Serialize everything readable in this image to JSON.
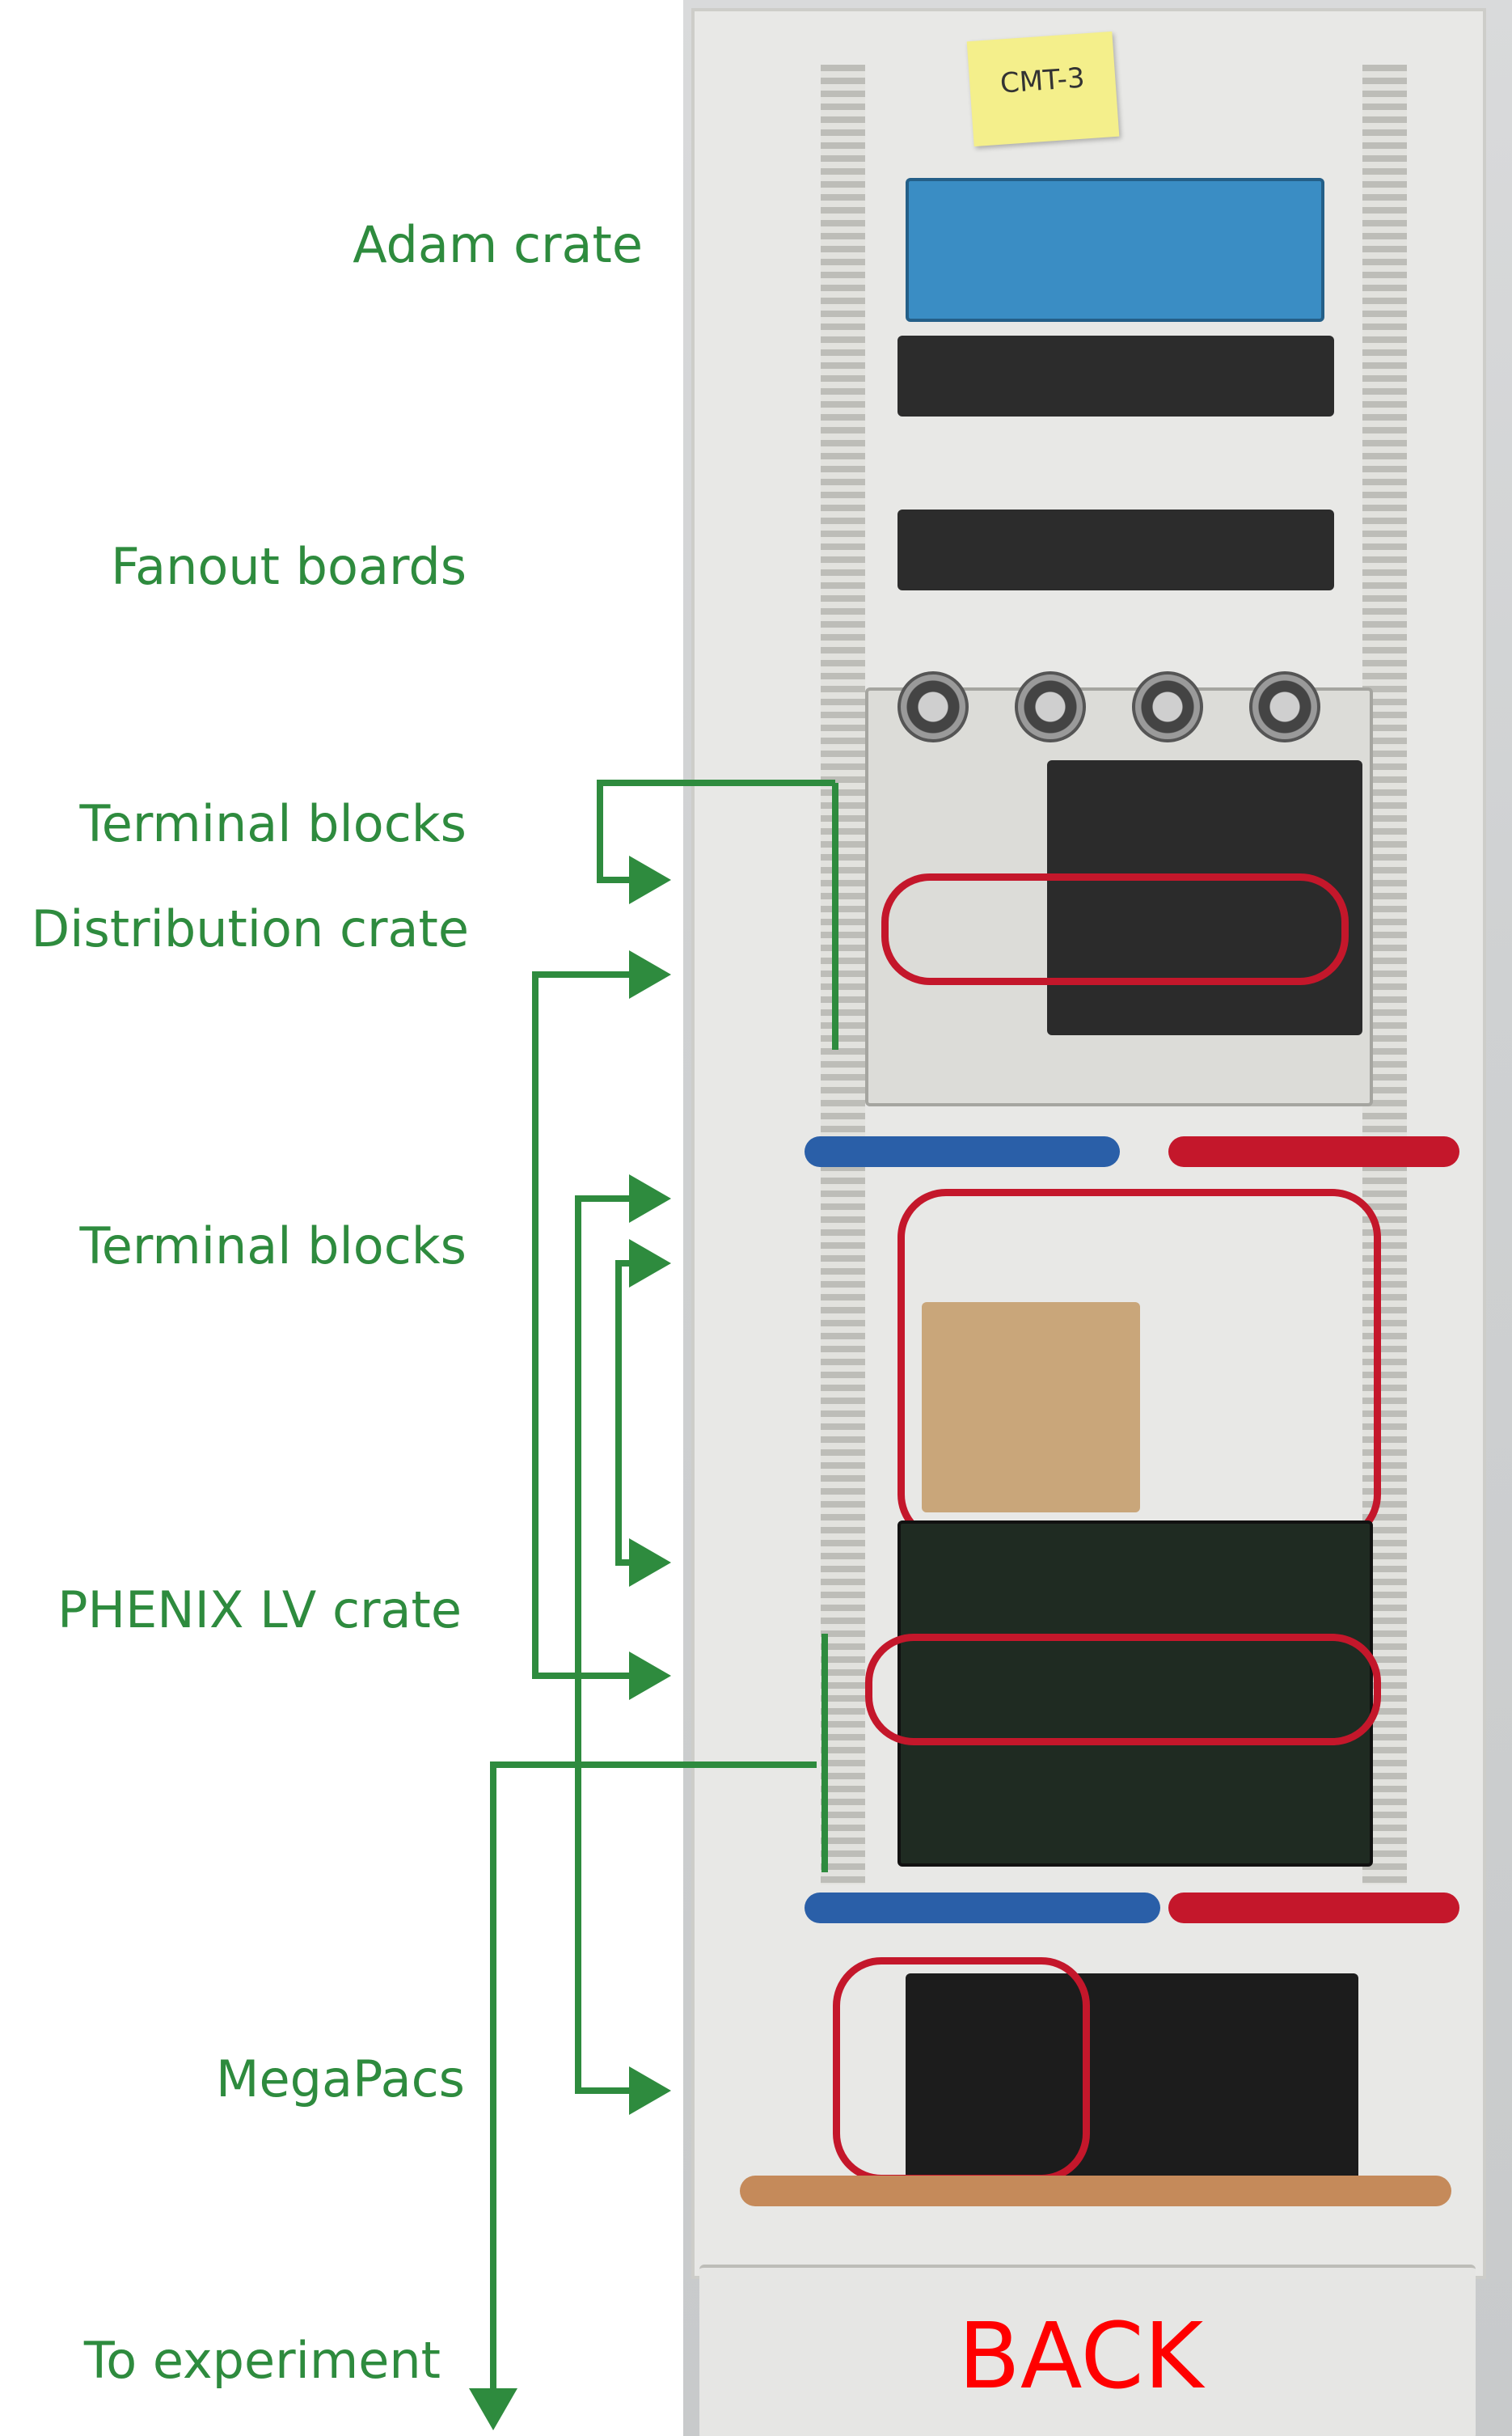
{
  "labels": {
    "adam_crate": "Adam crate",
    "fanout_boards": "Fanout boards",
    "terminal_blocks_top": "Terminal blocks",
    "distribution_crate": "Distribution crate",
    "terminal_blocks_mid": "Terminal blocks",
    "phenix_lv_crate": "PHENIX LV crate",
    "megapacs": "MegaPacs",
    "to_experiment": "To experiment"
  },
  "photo_text": {
    "sticky_note": "CMT-3",
    "back": "BACK"
  },
  "colors": {
    "annotation_green": "#2e8b3e",
    "back_red": "#ff0000",
    "cable_red": "#c4172b",
    "adam_blue": "#3a8dc4"
  }
}
